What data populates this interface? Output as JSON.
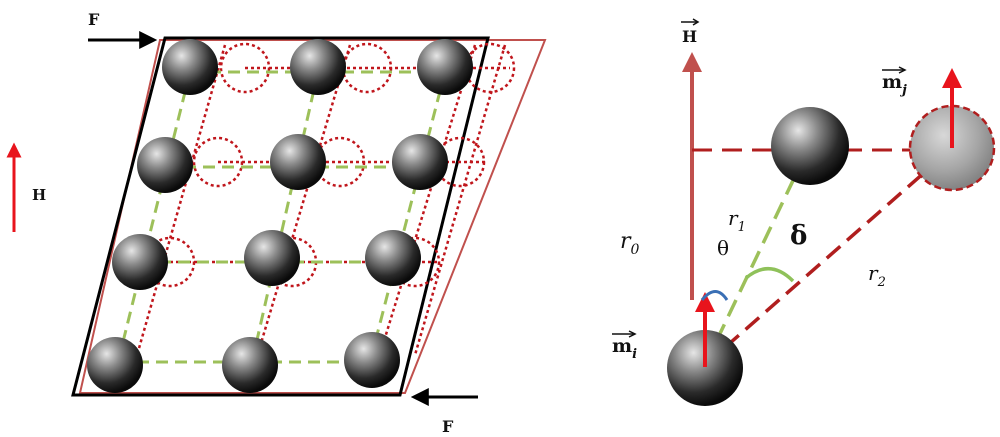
{
  "left_panel": {
    "force_top_label": "F",
    "force_bottom_label": "F",
    "field_label": "H"
  },
  "right_panel": {
    "field_label": "H",
    "moment_i_label": "m",
    "moment_i_subscript": "i",
    "moment_j_label": "m",
    "moment_j_subscript": "j",
    "r0_label": "r",
    "r0_subscript": "0",
    "r1_label": "r",
    "r1_subscript": "1",
    "r2_label": "r",
    "r2_subscript": "2",
    "theta_label": "θ",
    "delta_label": "δ"
  },
  "colors": {
    "red_arrow": "#e8141c",
    "dark_red_dash": "#b01e1e",
    "red_dotted": "#c0161c",
    "green_dash": "#9dc05a",
    "outline_red": "#c0504d",
    "black": "#000000",
    "theta_arc": "#3a6fb5",
    "delta_arc": "#8fc15a",
    "sphere_dark": "#111111",
    "sphere_light": "#d0d0d0",
    "ghost_sphere": "#9a9a9a"
  }
}
